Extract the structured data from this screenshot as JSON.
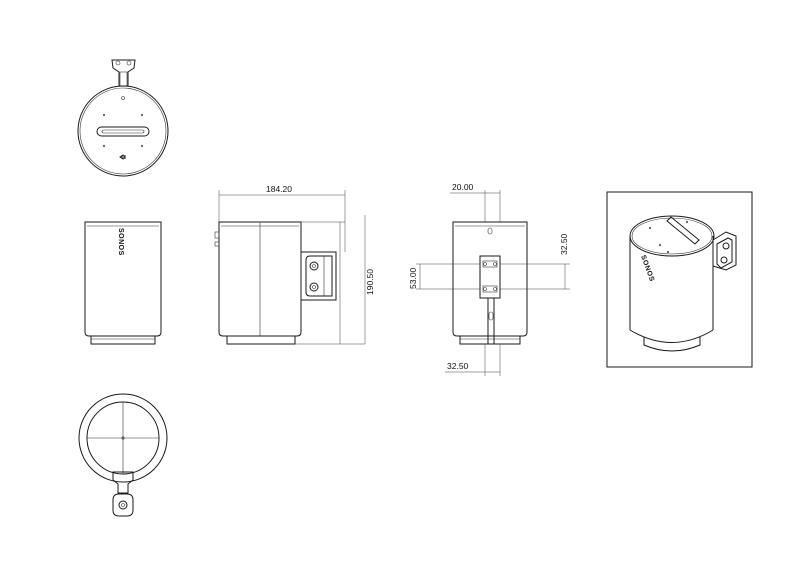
{
  "dimensions": {
    "side_width": "184.20",
    "side_height": "190.50",
    "back_offset": "20.00",
    "back_hole_spacing_v": "32.50",
    "back_mount_height": "53.00",
    "back_hole_spacing_h": "32.50"
  },
  "labels": {
    "brand_front": "SONOS",
    "brand_iso": "SONOS"
  },
  "colors": {
    "line": "#1a1a1a",
    "background": "#ffffff"
  }
}
